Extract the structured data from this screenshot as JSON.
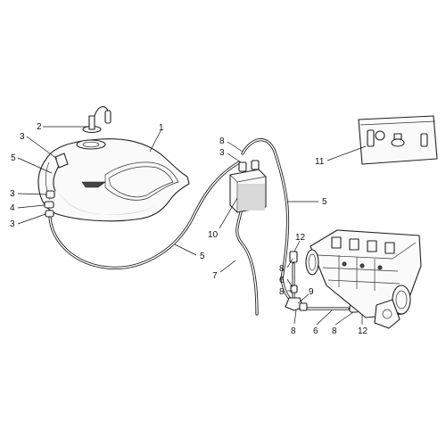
{
  "callouts": [
    {
      "id": "c1",
      "text": "1"
    },
    {
      "id": "c2",
      "text": "2"
    },
    {
      "id": "c3a",
      "text": "3"
    },
    {
      "id": "c5a",
      "text": "5"
    },
    {
      "id": "c3b",
      "text": "3"
    },
    {
      "id": "c4",
      "text": "4"
    },
    {
      "id": "c3c",
      "text": "3"
    },
    {
      "id": "c8a",
      "text": "8"
    },
    {
      "id": "c3d",
      "text": "3"
    },
    {
      "id": "c10",
      "text": "10"
    },
    {
      "id": "c5b",
      "text": "5"
    },
    {
      "id": "c5c",
      "text": "5"
    },
    {
      "id": "c7",
      "text": "7"
    },
    {
      "id": "c11",
      "text": "11"
    },
    {
      "id": "c12a",
      "text": "12"
    },
    {
      "id": "c8b",
      "text": "8"
    },
    {
      "id": "c6a",
      "text": "6"
    },
    {
      "id": "c8c",
      "text": "8"
    },
    {
      "id": "c9",
      "text": "9"
    },
    {
      "id": "c8d",
      "text": "8"
    },
    {
      "id": "c6b",
      "text": "6"
    },
    {
      "id": "c8e",
      "text": "8"
    },
    {
      "id": "c12b",
      "text": "12"
    }
  ]
}
